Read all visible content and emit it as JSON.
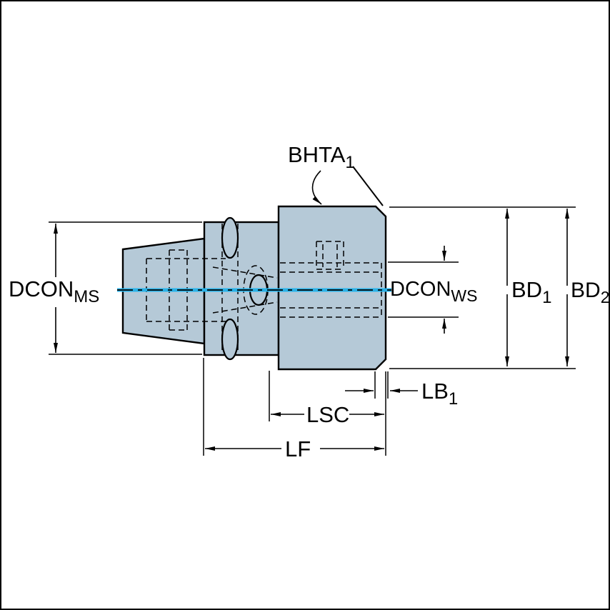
{
  "diagram": {
    "title": "tool-adapter-technical-drawing",
    "colors": {
      "background": "#ffffff",
      "outline": "#000000",
      "body_fill": "#b5c9d7",
      "centerline": "#29b2e8"
    },
    "labels": {
      "bhta1": {
        "base": "BHTA",
        "sub": "1"
      },
      "dcon_ms": {
        "base": "DCON",
        "sub": "MS"
      },
      "dcon_ws": {
        "base": "DCON",
        "sub": "WS"
      },
      "bd1": {
        "base": "BD",
        "sub": "1"
      },
      "bd2": {
        "base": "BD",
        "sub": "2"
      },
      "lb1": {
        "base": "LB",
        "sub": "1"
      },
      "lsc": {
        "base": "LSC"
      },
      "lf": {
        "base": "LF"
      }
    }
  }
}
